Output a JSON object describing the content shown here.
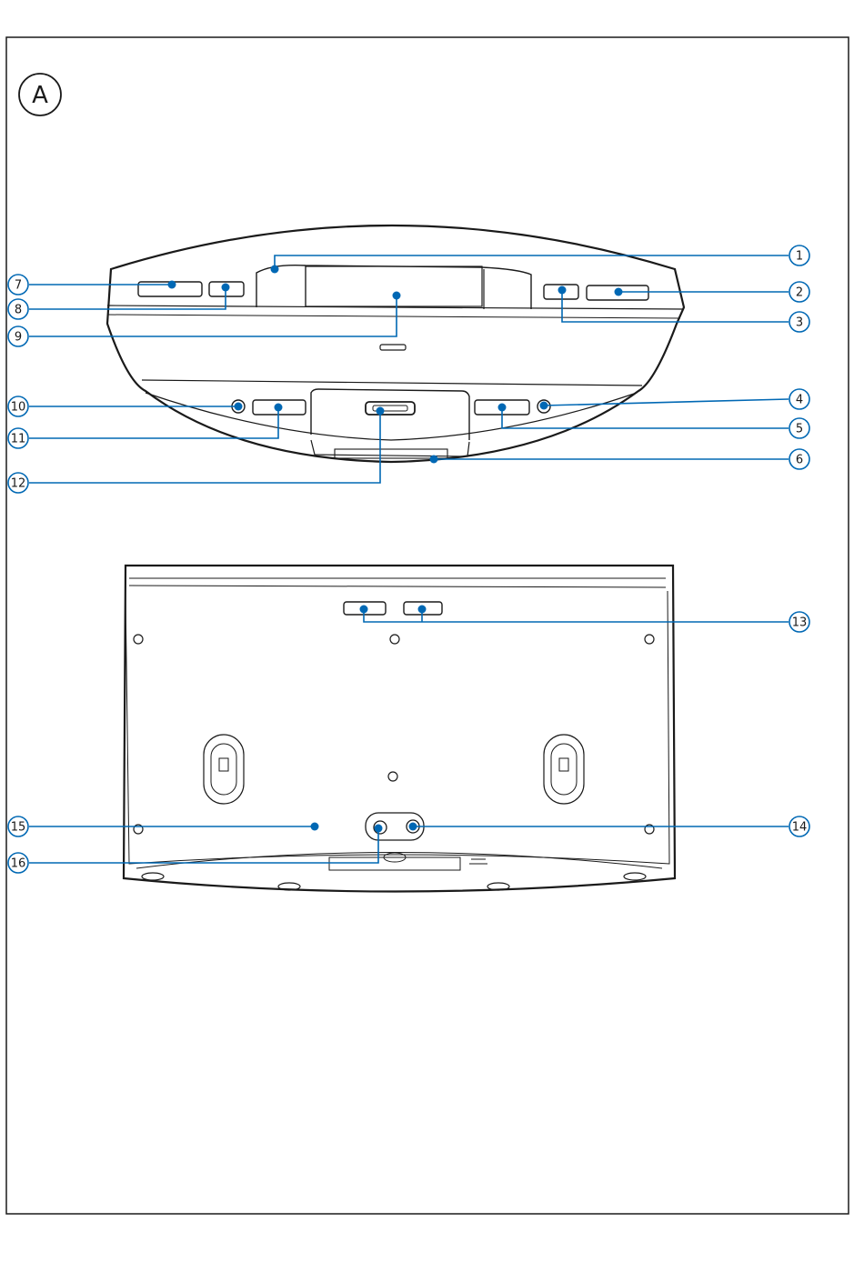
{
  "panel": {
    "label": "A"
  },
  "colors": {
    "leader": "#0068b4",
    "outline": "#1a1a1a",
    "detail": "#555555",
    "light": "#999999"
  },
  "callouts": [
    {
      "id": "1",
      "label": "1"
    },
    {
      "id": "2",
      "label": "2"
    },
    {
      "id": "3",
      "label": "3"
    },
    {
      "id": "4",
      "label": "4"
    },
    {
      "id": "5",
      "label": "5"
    },
    {
      "id": "6",
      "label": "6"
    },
    {
      "id": "7",
      "label": "7"
    },
    {
      "id": "8",
      "label": "8"
    },
    {
      "id": "9",
      "label": "9"
    },
    {
      "id": "10",
      "label": "10"
    },
    {
      "id": "11",
      "label": "11"
    },
    {
      "id": "12",
      "label": "12"
    },
    {
      "id": "13",
      "label": "13"
    },
    {
      "id": "14",
      "label": "14"
    },
    {
      "id": "15",
      "label": "15"
    },
    {
      "id": "16",
      "label": "16"
    }
  ]
}
